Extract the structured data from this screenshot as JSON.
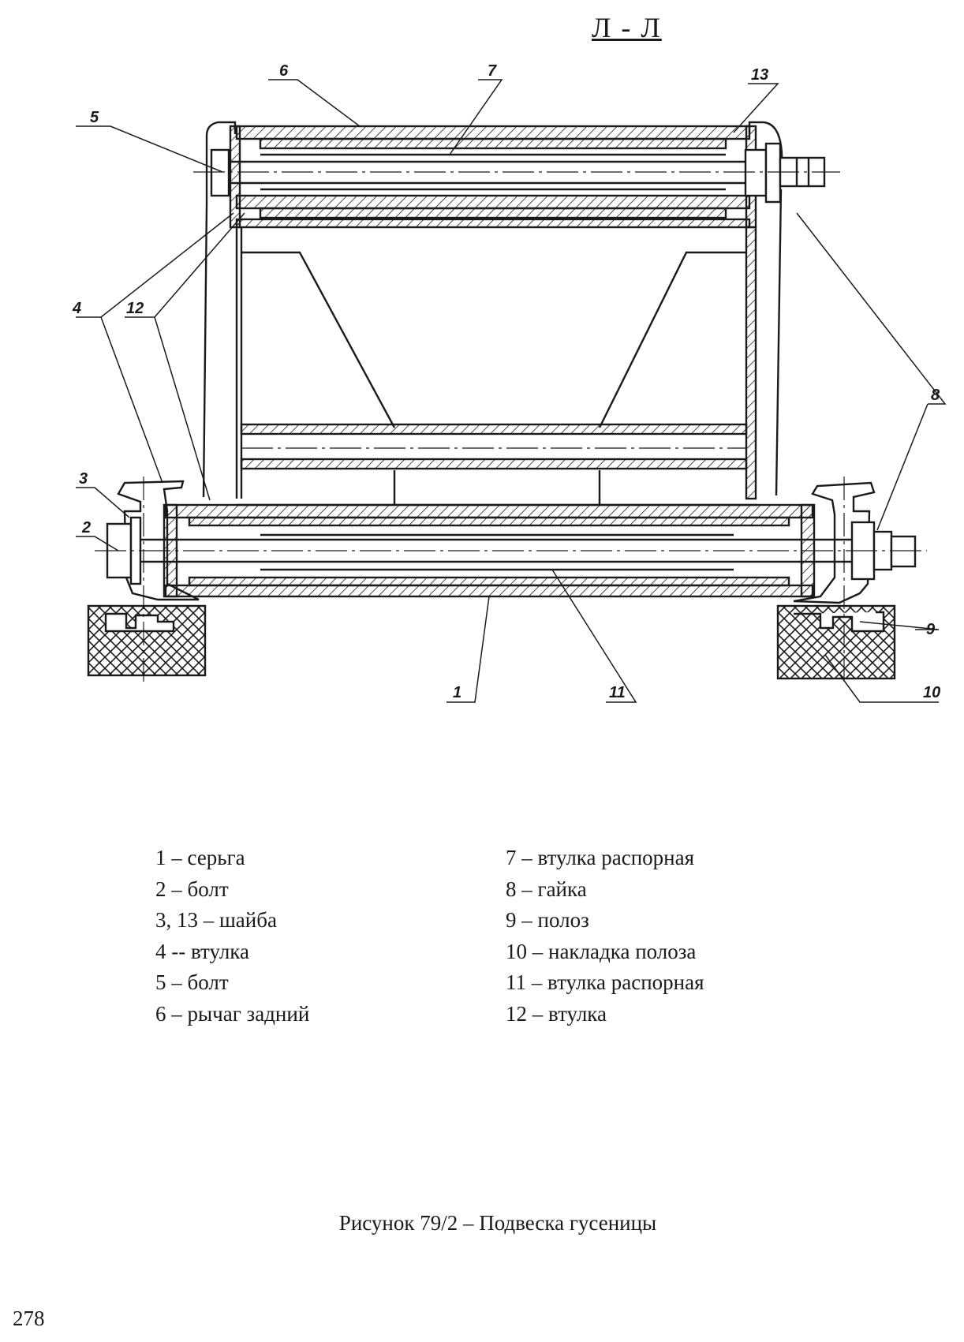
{
  "section_label": "Л - Л",
  "callouts": [
    "1",
    "2",
    "3",
    "4",
    "5",
    "6",
    "7",
    "8",
    "9",
    "10",
    "11",
    "12",
    "13"
  ],
  "legend": {
    "left": [
      "1 – серьга",
      "2 – болт",
      "3, 13 – шайба",
      "4 -- втулка",
      "5 – болт",
      "6 – рычаг задний"
    ],
    "right": [
      "7 – втулка распорная",
      "8 – гайка",
      "9 – полоз",
      "10 – накладка полоза",
      "11 – втулка распорная",
      "12 – втулка"
    ]
  },
  "caption": "Рисунок 79/2 – Подвеска гусеницы",
  "page_number": "278"
}
